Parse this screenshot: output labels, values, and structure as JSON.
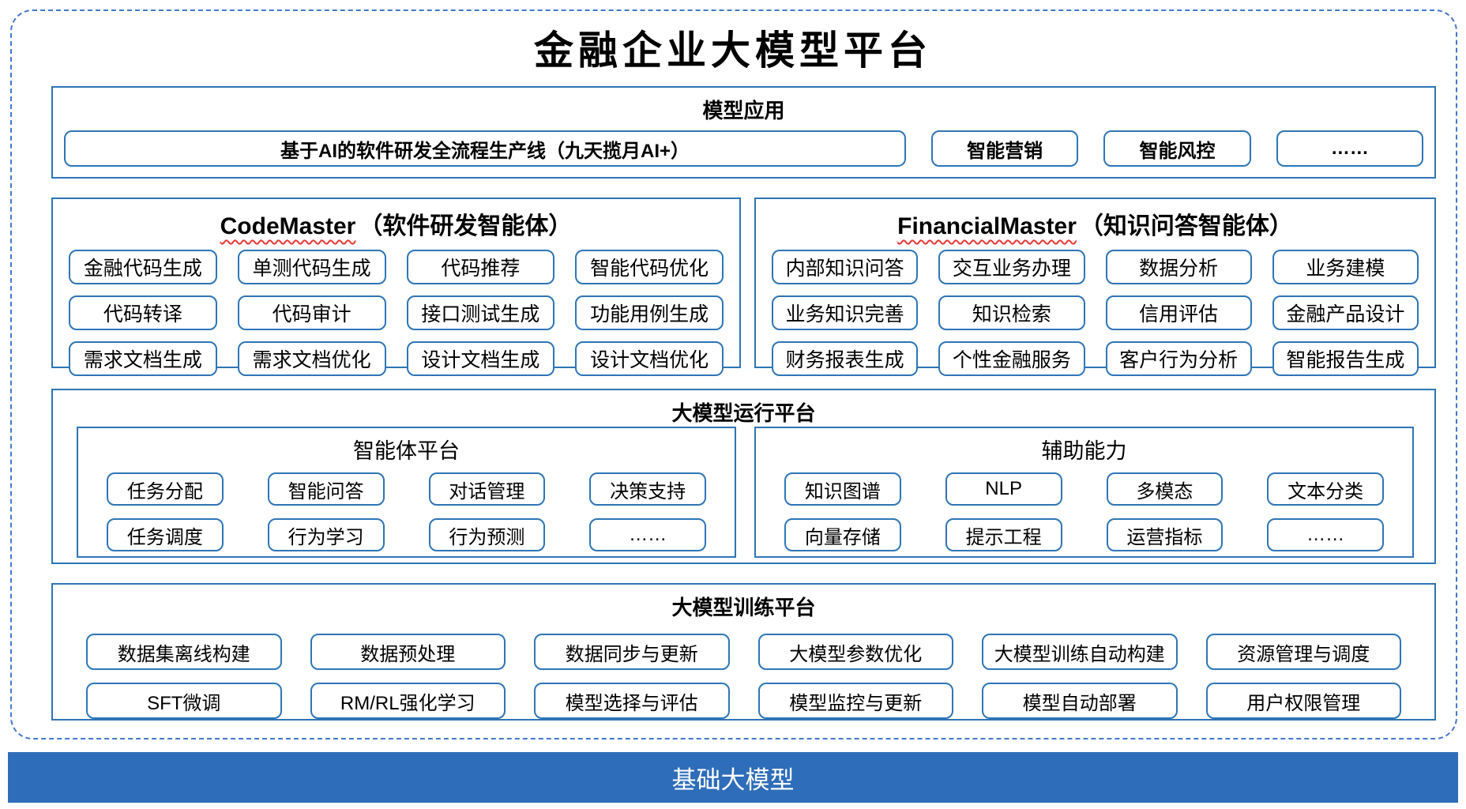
{
  "page": {
    "title": "金融企业大模型平台"
  },
  "colors": {
    "box_border_blue": "#2e75b6",
    "frame_dashed_blue": "#4477cc",
    "foundation_bar_blue": "#2e6db9",
    "spellcheck_wavy_red": "#e53935"
  },
  "model_app": {
    "title": "模型应用",
    "wide_button": "基于AI的软件研发全流程生产线（九天揽月AI+）",
    "buttons": [
      "智能营销",
      "智能风控",
      "……"
    ]
  },
  "code_master": {
    "title_en": "CodeMaster",
    "title_zh": "（软件研发智能体）",
    "buttons": [
      "金融代码生成",
      "单测代码生成",
      "代码推荐",
      "智能代码优化",
      "代码转译",
      "代码审计",
      "接口测试生成",
      "功能用例生成",
      "需求文档生成",
      "需求文档优化",
      "设计文档生成",
      "设计文档优化"
    ]
  },
  "financial_master": {
    "title_en": "FinancialMaster",
    "title_zh": "（知识问答智能体）",
    "buttons": [
      "内部知识问答",
      "交互业务办理",
      "数据分析",
      "业务建模",
      "业务知识完善",
      "知识检索",
      "信用评估",
      "金融产品设计",
      "财务报表生成",
      "个性金融服务",
      "客户行为分析",
      "智能报告生成"
    ]
  },
  "runtime": {
    "title": "大模型运行平台",
    "agent_platform": {
      "title": "智能体平台",
      "buttons": [
        "任务分配",
        "智能问答",
        "对话管理",
        "决策支持",
        "任务调度",
        "行为学习",
        "行为预测",
        "……"
      ]
    },
    "aux_ability": {
      "title": "辅助能力",
      "buttons": [
        "知识图谱",
        "NLP",
        "多模态",
        "文本分类",
        "向量存储",
        "提示工程",
        "运营指标",
        "……"
      ]
    }
  },
  "training": {
    "title": "大模型训练平台",
    "buttons": [
      "数据集离线构建",
      "数据预处理",
      "数据同步与更新",
      "大模型参数优化",
      "大模型训练自动构建",
      "资源管理与调度",
      "SFT微调",
      "RM/RL强化学习",
      "模型选择与评估",
      "模型监控与更新",
      "模型自动部署",
      "用户权限管理"
    ]
  },
  "foundation": {
    "label": "基础大模型"
  }
}
